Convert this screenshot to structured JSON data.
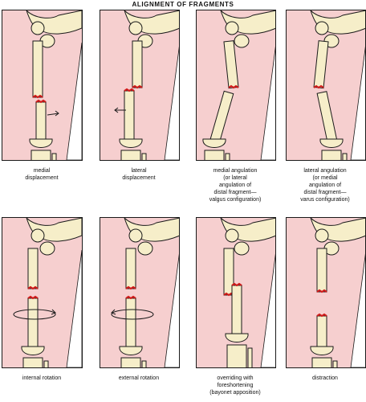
{
  "title": "ALIGNMENT OF FRAGMENTS",
  "colors": {
    "soft_tissue": "#f6cfcf",
    "bone": "#f6eec9",
    "fracture": "#d11a1a",
    "outline": "#1a1a1a"
  },
  "panels": [
    {
      "id": "medial-displacement",
      "caption": [
        "medial",
        "displacement"
      ]
    },
    {
      "id": "lateral-displacement",
      "caption": [
        "lateral",
        "displacement"
      ]
    },
    {
      "id": "medial-angulation",
      "caption": [
        "medial angulation",
        "(or lateral",
        "angulation of",
        "distal fragment—",
        "valgus configuration)"
      ]
    },
    {
      "id": "lateral-angulation",
      "caption": [
        "lateral angulation",
        "(or medial",
        "angulation of",
        "distal fragment—",
        "varus configuration)"
      ]
    },
    {
      "id": "internal-rotation",
      "caption": [
        "internal rotation"
      ]
    },
    {
      "id": "external-rotation",
      "caption": [
        "external rotation"
      ]
    },
    {
      "id": "overriding",
      "caption": [
        "overriding with",
        "foreshortening",
        "(bayonet apposition)"
      ]
    },
    {
      "id": "distraction",
      "caption": [
        "distraction"
      ]
    }
  ]
}
